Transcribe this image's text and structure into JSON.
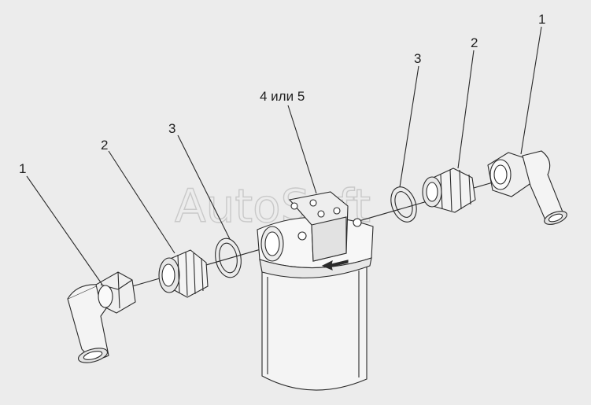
{
  "watermark": "AutoSoft",
  "callouts": [
    {
      "id": "left-tube",
      "text": "1"
    },
    {
      "id": "left-fitting",
      "text": "2"
    },
    {
      "id": "left-ring",
      "text": "3"
    },
    {
      "id": "filter",
      "text": "4 или 5"
    },
    {
      "id": "right-ring",
      "text": "3"
    },
    {
      "id": "right-fitting",
      "text": "2"
    },
    {
      "id": "right-tube",
      "text": "1"
    }
  ],
  "colors": {
    "background": "#ececec",
    "part_fill": "#f7f7f7",
    "shade": "#d8d8d8",
    "line": "#2a2a2a",
    "watermark": "#c9c9c9"
  }
}
